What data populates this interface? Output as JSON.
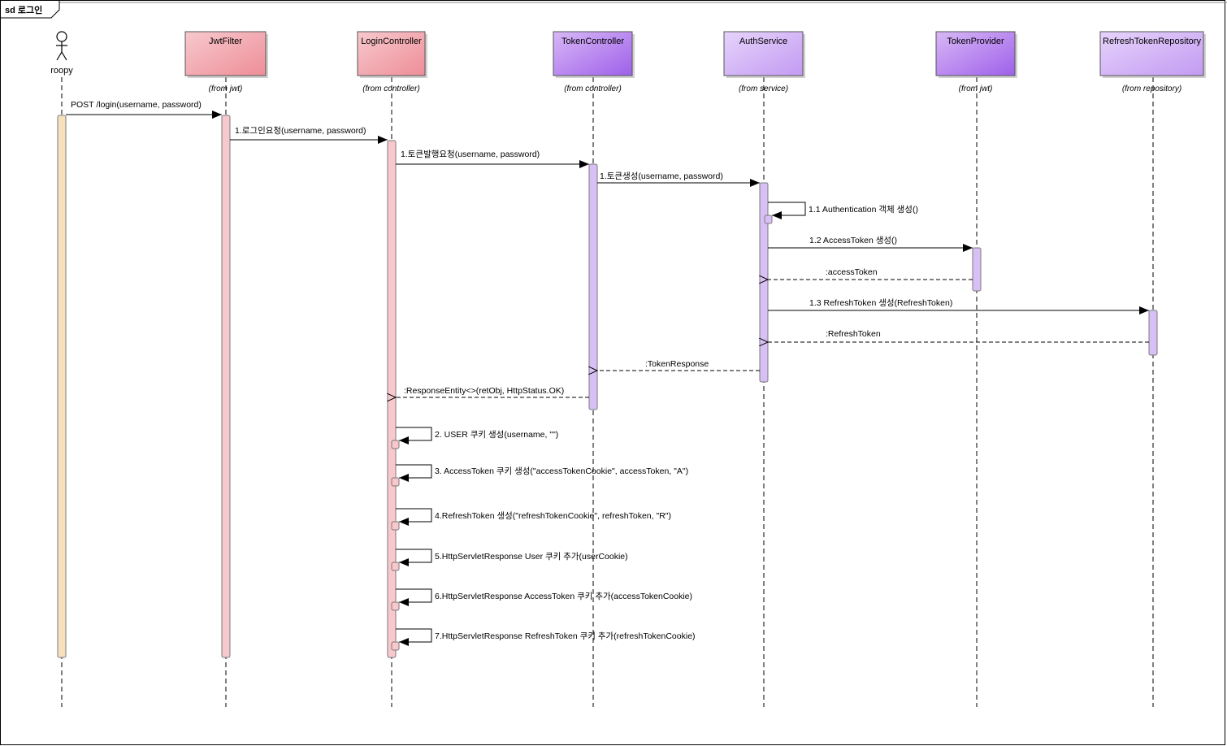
{
  "frame": {
    "label": "sd 로그인"
  },
  "actor": {
    "name": "roopy"
  },
  "objects": [
    {
      "id": "jwtfilter",
      "name": "JwtFilter",
      "package": "(from jwt)",
      "color": "pink"
    },
    {
      "id": "logincontroller",
      "name": "LoginController",
      "package": "(from controller)",
      "color": "pink"
    },
    {
      "id": "tokencontroller",
      "name": "TokenController",
      "package": "(from controller)",
      "color": "purple"
    },
    {
      "id": "authservice",
      "name": "AuthService",
      "package": "(from service)",
      "color": "purple-light"
    },
    {
      "id": "tokenprovider",
      "name": "TokenProvider",
      "package": "(from jwt)",
      "color": "purple"
    },
    {
      "id": "refreshtokenrepository",
      "name": "RefreshTokenRepository",
      "package": "(from repository)",
      "color": "purple-light"
    }
  ],
  "messages": [
    {
      "id": "m0",
      "from": "roopy",
      "to": "jwtfilter",
      "kind": "call",
      "label": "POST /login(username, password)"
    },
    {
      "id": "m1",
      "from": "jwtfilter",
      "to": "logincontroller",
      "kind": "call",
      "label": "1.로그인요청(username, password)"
    },
    {
      "id": "m2",
      "from": "logincontroller",
      "to": "tokencontroller",
      "kind": "call",
      "label": "1.토큰발행요청(username, password)"
    },
    {
      "id": "m3",
      "from": "tokencontroller",
      "to": "authservice",
      "kind": "call",
      "label": "1.토큰생성(username, password)"
    },
    {
      "id": "m4",
      "from": "authservice",
      "to": "authservice",
      "kind": "self",
      "label": "1.1 Authentication 객체 생성()"
    },
    {
      "id": "m5",
      "from": "authservice",
      "to": "tokenprovider",
      "kind": "call",
      "label": "1.2 AccessToken 생성()"
    },
    {
      "id": "m6",
      "from": "tokenprovider",
      "to": "authservice",
      "kind": "return",
      "label": ":accessToken"
    },
    {
      "id": "m7",
      "from": "authservice",
      "to": "refreshtokenrepository",
      "kind": "call",
      "label": "1.3 RefreshToken 생성(RefreshToken)"
    },
    {
      "id": "m8",
      "from": "refreshtokenrepository",
      "to": "authservice",
      "kind": "return",
      "label": ":RefreshToken"
    },
    {
      "id": "m9",
      "from": "authservice",
      "to": "tokencontroller",
      "kind": "return",
      "label": ":TokenResponse"
    },
    {
      "id": "m10",
      "from": "tokencontroller",
      "to": "logincontroller",
      "kind": "return",
      "label": ":ResponseEntity<>(retObj, HttpStatus.OK)"
    },
    {
      "id": "m11",
      "from": "logincontroller",
      "to": "logincontroller",
      "kind": "self",
      "label": "2. USER 쿠키 생성(username, \"\")"
    },
    {
      "id": "m12",
      "from": "logincontroller",
      "to": "logincontroller",
      "kind": "self",
      "label": "3. AccessToken 쿠키 생성(\"accessTokenCookie\", accessToken, \"A\")"
    },
    {
      "id": "m13",
      "from": "logincontroller",
      "to": "logincontroller",
      "kind": "self",
      "label": "4.RefreshToken 생성(\"refreshTokenCookie\", refreshToken, \"R\")"
    },
    {
      "id": "m14",
      "from": "logincontroller",
      "to": "logincontroller",
      "kind": "self",
      "label": "5.HttpServletResponse User 쿠키 추가(userCookie)"
    },
    {
      "id": "m15",
      "from": "logincontroller",
      "to": "logincontroller",
      "kind": "self",
      "label": "6.HttpServletResponse AccessToken 쿠키 추가(accessTokenCookie)"
    },
    {
      "id": "m16",
      "from": "logincontroller",
      "to": "logincontroller",
      "kind": "self",
      "label": "7.HttpServletResponse RefreshToken 쿠키 추가(refreshTokenCookie)"
    }
  ],
  "colors": {
    "pink_header_start": "#f7c9cd",
    "pink_header_end": "#ee8d98",
    "purple_header_start": "#d8b8f6",
    "purple_header_end": "#9e60ea",
    "purple_light_header_start": "#e6d4fb",
    "purple_light_header_end": "#c39af2",
    "activation_pink": "#f8c8cc",
    "activation_purple": "#d8c0f6",
    "activation_cream": "#f7e1bd"
  }
}
